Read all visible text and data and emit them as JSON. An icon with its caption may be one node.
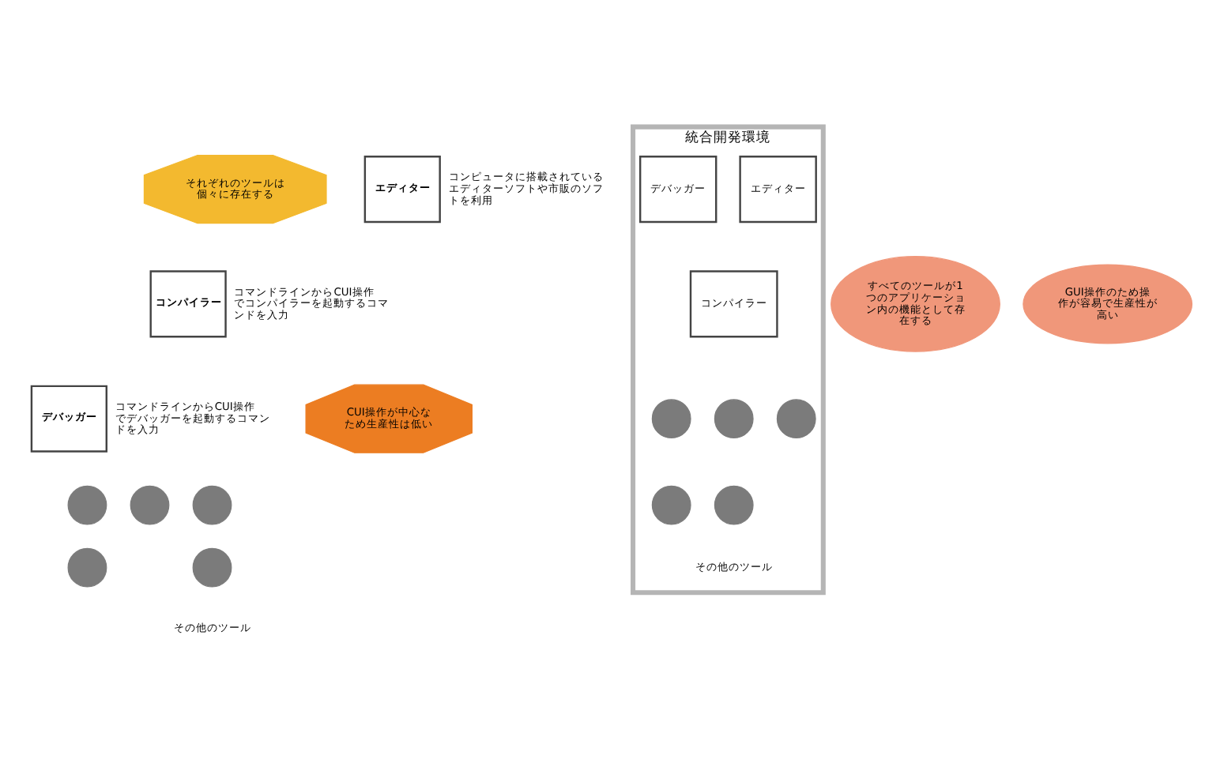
{
  "diagram": {
    "nodes": [
      {
        "text": [
          "それぞれのツールは個々に存在する"
        ]
      },
      {
        "text": [
          "エディター"
        ],
        "beside": [
          "コンピュータに搭載されているエディターソフトや市販のソフトを利用"
        ]
      },
      {
        "text": [
          "コンパイラー"
        ],
        "beside": [
          "コマンドラインからCUI操作でコンパイラーを起動するコマンドを入力"
        ]
      },
      {
        "text": [
          "デバッガー"
        ],
        "beside": [
          "コマンドラインからCUI操作でデバッガーを起動するコマンドを入力"
        ]
      },
      {
        "text": [
          "CUI操作が中心なため生産性は低い"
        ]
      },
      {
        "text": [],
        "shape": "circle"
      },
      {
        "text": [],
        "shape": "circle"
      },
      {
        "text": [],
        "shape": "circle"
      },
      {
        "text": [],
        "shape": "circle"
      },
      {
        "text": [],
        "shape": "circle"
      },
      {
        "text": [
          "統合開発環境"
        ]
      },
      {
        "text": [
          "エディター"
        ],
        "in": 10
      },
      {
        "text": [
          "デバッガー"
        ],
        "in": 10
      },
      {
        "text": [
          "コンパイラー"
        ],
        "in": 10
      },
      {
        "text": [
          "すべてのツールが1つのアプリケーション内の機能として存在する"
        ]
      },
      {
        "text": [
          "GUI操作のため操作が容易で生産性が高い"
        ]
      },
      {
        "text": [],
        "shape": "circle",
        "in": 10
      },
      {
        "text": [],
        "shape": "circle",
        "in": 10
      },
      {
        "text": [],
        "shape": "circle",
        "in": 10
      },
      {
        "text": [],
        "shape": "circle",
        "in": 10
      },
      {
        "text": [],
        "shape": "circle",
        "in": 10
      }
    ],
    "edges": [],
    "labels": [
      "その他のツール",
      "その他のツール"
    ]
  }
}
